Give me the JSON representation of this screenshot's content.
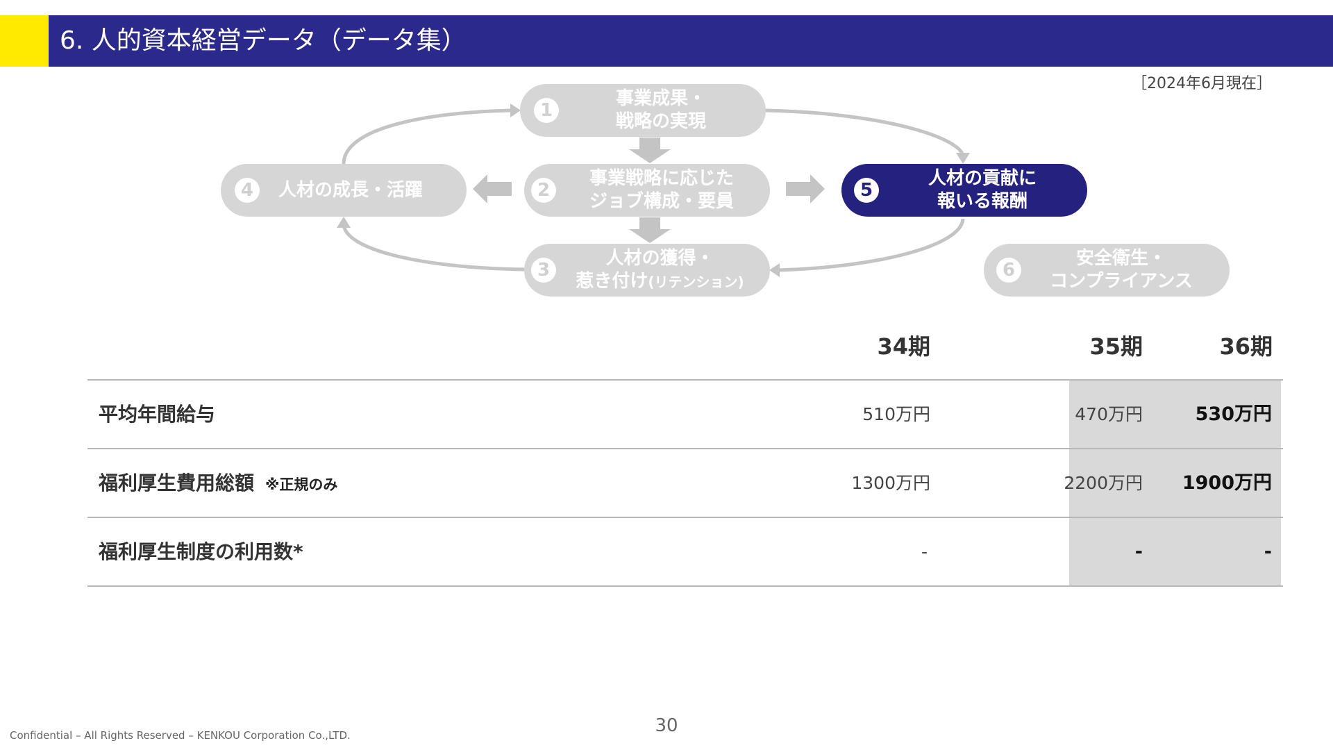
{
  "header": {
    "title": "6. 人的資本経営データ（データ集）",
    "as_of": "［2024年6月現在］",
    "accent_color": "#ffea00",
    "bar_color": "#2b2a8c"
  },
  "diagram": {
    "nodes": [
      {
        "num": "1",
        "line1": "事業成果・",
        "line2": "戦略の実現",
        "line2_small": "",
        "active": false
      },
      {
        "num": "2",
        "line1": "事業戦略に応じた",
        "line2": "ジョブ構成・要員",
        "line2_small": "",
        "active": false
      },
      {
        "num": "3",
        "line1": "人材の獲得・",
        "line2": "惹き付け",
        "line2_small": "(リテンション)",
        "active": false
      },
      {
        "num": "4",
        "line1": "人材の成長・活躍",
        "line2": "",
        "line2_small": "",
        "active": false
      },
      {
        "num": "5",
        "line1": "人材の貢献に",
        "line2": "報いる報酬",
        "line2_small": "",
        "active": true
      },
      {
        "num": "6",
        "line1": "安全衛生・",
        "line2": "コンプライアンス",
        "line2_small": "",
        "active": false
      }
    ],
    "active_color": "#24217f",
    "inactive_color": "#d6d6d6"
  },
  "table": {
    "columns": [
      "34期",
      "35期",
      "36期"
    ],
    "rows": [
      {
        "label": "平均年間給与",
        "note": "",
        "values": [
          "510万円",
          "470万円",
          "530万円"
        ]
      },
      {
        "label": "福利厚生費用総額",
        "note": "※正規のみ",
        "values": [
          "1300万円",
          "2200万円",
          "1900万円"
        ]
      },
      {
        "label": "福利厚生制度の利用数*",
        "note": "",
        "values": [
          "-",
          "-",
          "-"
        ]
      }
    ],
    "highlight_color": "#d9d9d9"
  },
  "footer": {
    "copyright": "Confidential – All Rights Reserved – KENKOU Corporation Co.,LTD.",
    "page_number": "30"
  }
}
